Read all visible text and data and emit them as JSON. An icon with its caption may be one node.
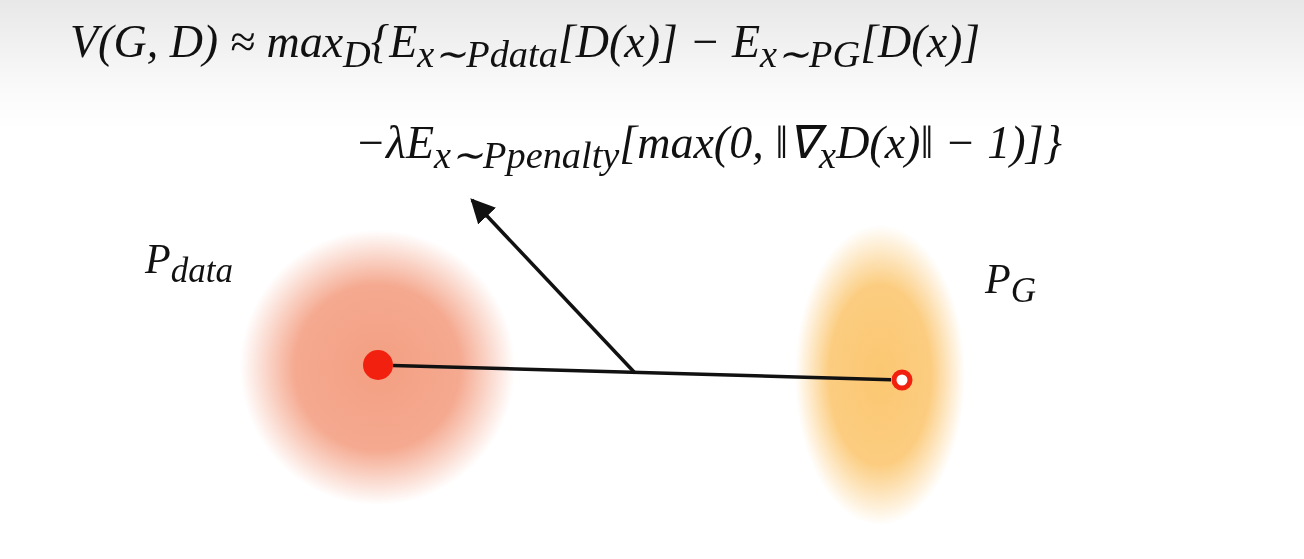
{
  "diagram": {
    "nodes": [
      {
        "text": [
          "V(G, D) ≈ max$_{D}${E$_{x∼P}$$_{data}$[D(x)] − E$_{x∼P}$$_{G}$[D(x)]",
          "−λE$_{x∼P}$$_{penalty}$[max(0, ‖∇$_{x}$D(x)‖ − 1)]}"
        ]
      },
      {
        "text": [
          "P$_{data}$"
        ]
      },
      {
        "text": [],
        "shape": "circle",
        "in": 1
      },
      {
        "text": [
          "P$_{G}$"
        ]
      },
      {
        "text": [],
        "shape": "circle",
        "in": 3
      }
    ],
    "edges": [
      {
        "from": 2,
        "to": 4,
        "arrow": "none"
      },
      {
        "from": null,
        "to": 0,
        "arrow": "to"
      }
    ]
  }
}
